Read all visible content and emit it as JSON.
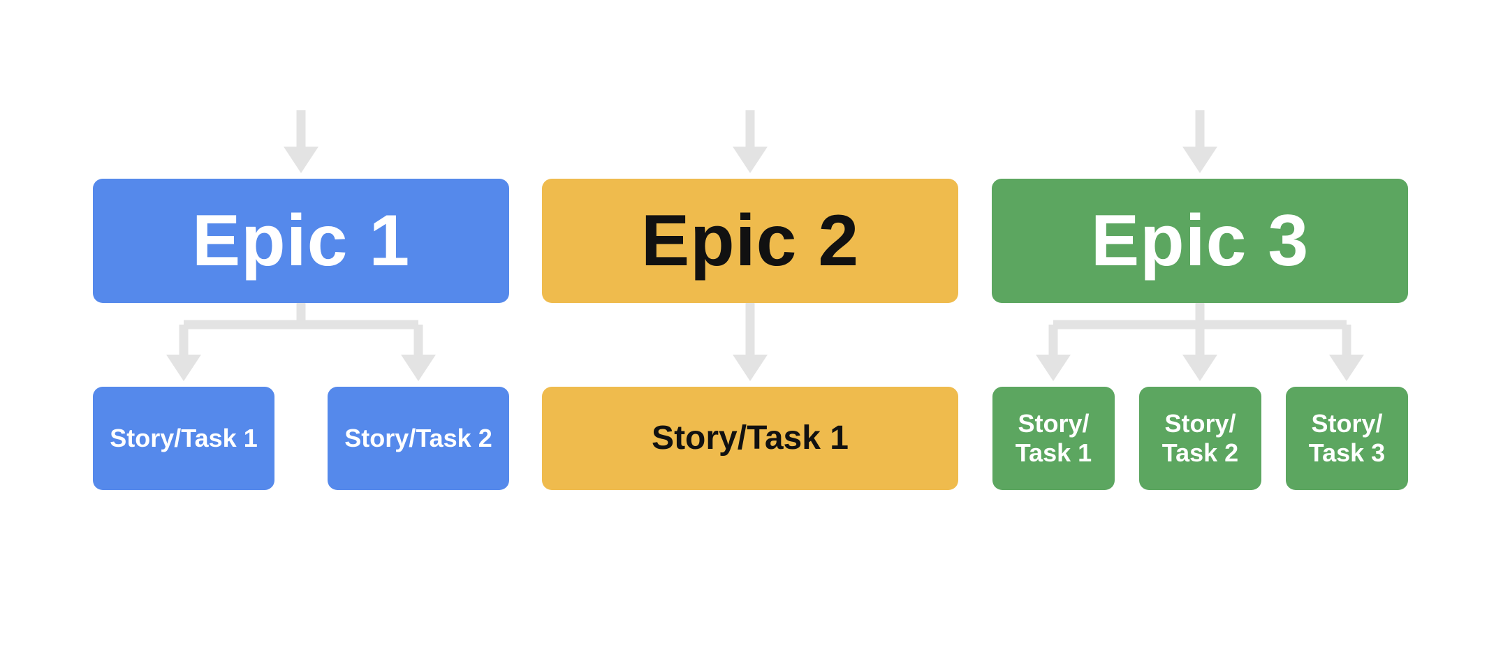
{
  "epics": [
    {
      "label": "Epic 1",
      "color": "#5589eb",
      "text_color": "#ffffff",
      "stories": [
        "Story/Task 1",
        "Story/Task 2"
      ]
    },
    {
      "label": "Epic 2",
      "color": "#efbb4d",
      "text_color": "#111111",
      "stories": [
        "Story/Task 1"
      ]
    },
    {
      "label": "Epic 3",
      "color": "#5ca660",
      "text_color": "#ffffff",
      "stories": [
        "Story/\nTask 1",
        "Story/\nTask 2",
        "Story/\nTask 3"
      ]
    }
  ],
  "connector_color": "#e3e3e3"
}
